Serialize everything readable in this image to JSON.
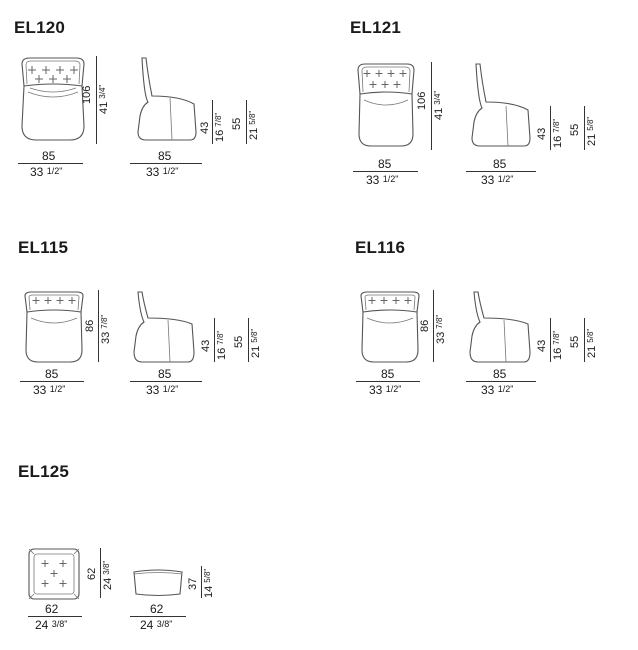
{
  "models": [
    {
      "code": "EL120",
      "front_width_cm": "85",
      "front_width_in": "33",
      "front_width_in_frac": "1/2\"",
      "height_cm": "106",
      "height_in": "41",
      "height_in_frac": "3/4\"",
      "side_width_cm": "85",
      "side_width_in": "33",
      "side_width_in_frac": "1/2\"",
      "seat_cm": "43",
      "seat_in": "16",
      "seat_in_frac": "7/8\"",
      "arm_cm": "55",
      "arm_in": "21",
      "arm_in_frac": "5/8\""
    },
    {
      "code": "EL121",
      "front_width_cm": "85",
      "front_width_in": "33",
      "front_width_in_frac": "1/2\"",
      "height_cm": "106",
      "height_in": "41",
      "height_in_frac": "3/4\"",
      "side_width_cm": "85",
      "side_width_in": "33",
      "side_width_in_frac": "1/2\"",
      "seat_cm": "43",
      "seat_in": "16",
      "seat_in_frac": "7/8\"",
      "arm_cm": "55",
      "arm_in": "21",
      "arm_in_frac": "5/8\""
    },
    {
      "code": "EL115",
      "front_width_cm": "85",
      "front_width_in": "33",
      "front_width_in_frac": "1/2\"",
      "height_cm": "86",
      "height_in": "33",
      "height_in_frac": "7/8\"",
      "side_width_cm": "85",
      "side_width_in": "33",
      "side_width_in_frac": "1/2\"",
      "seat_cm": "43",
      "seat_in": "16",
      "seat_in_frac": "7/8\"",
      "arm_cm": "55",
      "arm_in": "21",
      "arm_in_frac": "5/8\""
    },
    {
      "code": "EL116",
      "front_width_cm": "85",
      "front_width_in": "33",
      "front_width_in_frac": "1/2\"",
      "height_cm": "86",
      "height_in": "33",
      "height_in_frac": "7/8\"",
      "side_width_cm": "85",
      "side_width_in": "33",
      "side_width_in_frac": "1/2\"",
      "seat_cm": "43",
      "seat_in": "16",
      "seat_in_frac": "7/8\"",
      "arm_cm": "55",
      "arm_in": "21",
      "arm_in_frac": "5/8\""
    }
  ],
  "ottoman": {
    "code": "EL125",
    "top_width_cm": "62",
    "top_width_in": "24",
    "top_width_in_frac": "3/8\"",
    "depth_cm": "62",
    "depth_in": "24",
    "depth_in_frac": "3/8\"",
    "side_width_cm": "62",
    "side_width_in": "24",
    "side_width_in_frac": "3/8\"",
    "height_cm": "37",
    "height_in": "14",
    "height_in_frac": "5/8\""
  },
  "colors": {
    "line": "#555555",
    "text": "#1a1a1a"
  }
}
